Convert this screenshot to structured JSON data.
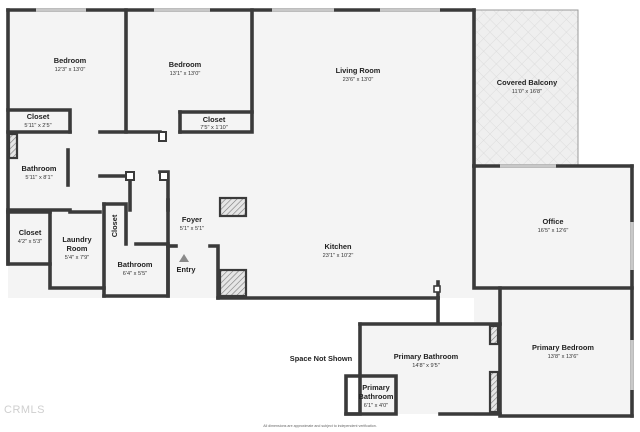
{
  "rooms": {
    "bedroom1": {
      "name": "Bedroom",
      "dims": "12'3\" x 13'0\""
    },
    "bedroom2": {
      "name": "Bedroom",
      "dims": "13'1\" x 13'0\""
    },
    "closet_b2": {
      "name": "Closet",
      "dims": "7'5\" x 1'10\""
    },
    "living": {
      "name": "Living Room",
      "dims": "23'6\" x 13'0\""
    },
    "balcony": {
      "name": "Covered Balcony",
      "dims": "11'0\" x 16'8\""
    },
    "closet_b1": {
      "name": "Closet",
      "dims": "5'11\" x 2'5\""
    },
    "bath1": {
      "name": "Bathroom",
      "dims": "5'11\" x 8'1\""
    },
    "office": {
      "name": "Office",
      "dims": "16'5\" x 12'6\""
    },
    "closet_hall": {
      "name": "Closet",
      "dims": "4'2\" x 5'3\""
    },
    "laundry": {
      "name": "Laundry Room",
      "name_line1": "Laundry",
      "name_line2": "Room",
      "dims": "5'4\" x 7'9\""
    },
    "closet_small": {
      "name": "Closet"
    },
    "foyer": {
      "name": "Foyer",
      "dims": "5'1\" x 5'1\""
    },
    "kitchen": {
      "name": "Kitchen",
      "dims": "23'1\" x 10'2\""
    },
    "bath2": {
      "name": "Bathroom",
      "dims": "6'4\" x 5'5\""
    },
    "primary_bedroom": {
      "name": "Primary Bedroom",
      "dims": "13'8\" x 13'6\""
    },
    "primary_bath": {
      "name": "Primary Bathroom",
      "dims": "14'8\" x 9'5\""
    },
    "primary_closet": {
      "name": "Primary Bathroom",
      "name_line1": "Primary",
      "name_line2": "Bathroom",
      "dims": "6'1\" x 4'0\""
    }
  },
  "labels": {
    "entry": "Entry",
    "space_not_shown": "Space Not Shown",
    "disclaimer": "All dimensions are approximate and subject to independent verification.",
    "watermark": "CRMLS"
  },
  "colors": {
    "wall": "#3a3a3a",
    "floor": "#f4f4f4",
    "balcony_floor": "#eeeeee",
    "entry_marker": "#8a8a8a"
  }
}
